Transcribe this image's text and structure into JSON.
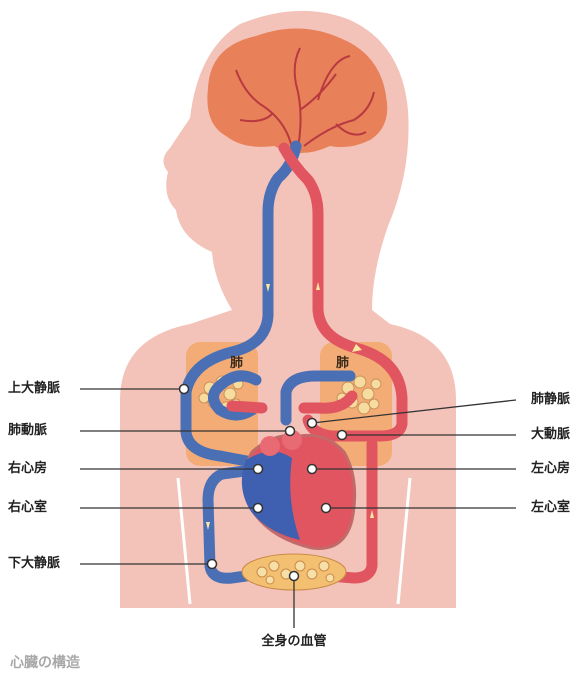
{
  "labels": {
    "superior_vena_cava": "上大静脈",
    "pulmonary_artery": "肺動脈",
    "right_atrium": "右心房",
    "right_ventricle": "右心室",
    "inferior_vena_cava": "下大静脈",
    "pulmonary_vein": "肺静脈",
    "aorta": "大動脈",
    "left_atrium": "左心房",
    "left_ventricle": "左心室",
    "body_vessels": "全身の血管",
    "lung_left": "肺",
    "lung_right": "肺"
  },
  "caption": "心臓の構造",
  "colors": {
    "skin": "#f3c3b9",
    "brain": "#e8805a",
    "vein": "#4a6fb5",
    "artery": "#e05560",
    "lung": "#f2a868",
    "leader": "#333333"
  }
}
